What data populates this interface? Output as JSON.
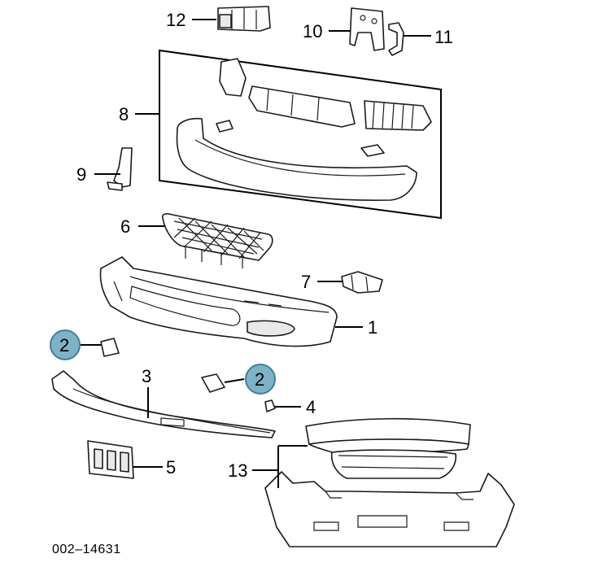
{
  "callouts": [
    {
      "id": "c1",
      "label": "1"
    },
    {
      "id": "c2a",
      "label": "2"
    },
    {
      "id": "c2b",
      "label": "2"
    },
    {
      "id": "c3",
      "label": "3"
    },
    {
      "id": "c4",
      "label": "4"
    },
    {
      "id": "c5",
      "label": "5"
    },
    {
      "id": "c6",
      "label": "6"
    },
    {
      "id": "c7",
      "label": "7"
    },
    {
      "id": "c8",
      "label": "8"
    },
    {
      "id": "c9",
      "label": "9"
    },
    {
      "id": "c10",
      "label": "10"
    },
    {
      "id": "c11",
      "label": "11"
    },
    {
      "id": "c12",
      "label": "12"
    },
    {
      "id": "c13",
      "label": "13"
    }
  ],
  "figure_code": "002–14631",
  "colors": {
    "highlight_fill": "#7fb2c6",
    "highlight_stroke": "#3f7f99",
    "line": "#1a1a1a"
  }
}
